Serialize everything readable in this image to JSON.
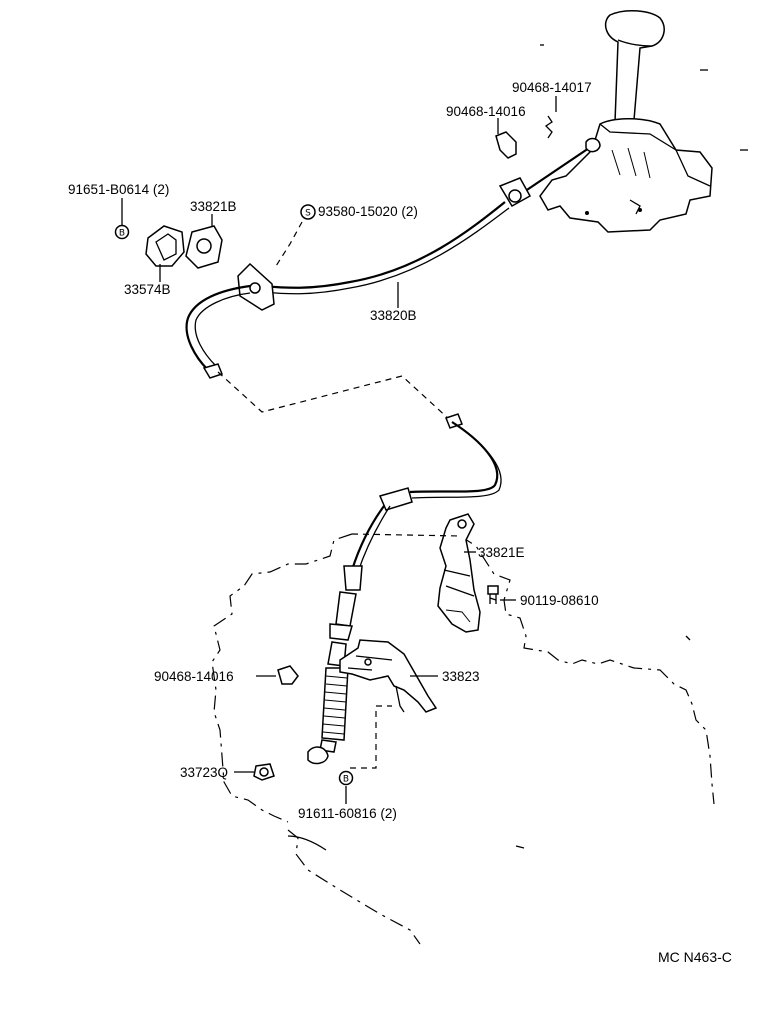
{
  "diagram": {
    "parts": {
      "p90468_14017": "90468-14017",
      "p90468_14016_top": "90468-14016",
      "p91651": "91651-B0614 (2)",
      "p33821B": "33821B",
      "p93580": "93580-15020 (2)",
      "p33574B": "33574B",
      "p33820B": "33820B",
      "p33821E": "33821E",
      "p90119": "90119-08610",
      "p90468_14016_bottom": "90468-14016",
      "p33823": "33823",
      "p33723Q": "33723Q",
      "p91611": "91611-60816 (2)"
    },
    "symbols": {
      "b_top": "B",
      "s_top": "S",
      "b_bottom": "B"
    },
    "code": "MC  N463-C"
  }
}
